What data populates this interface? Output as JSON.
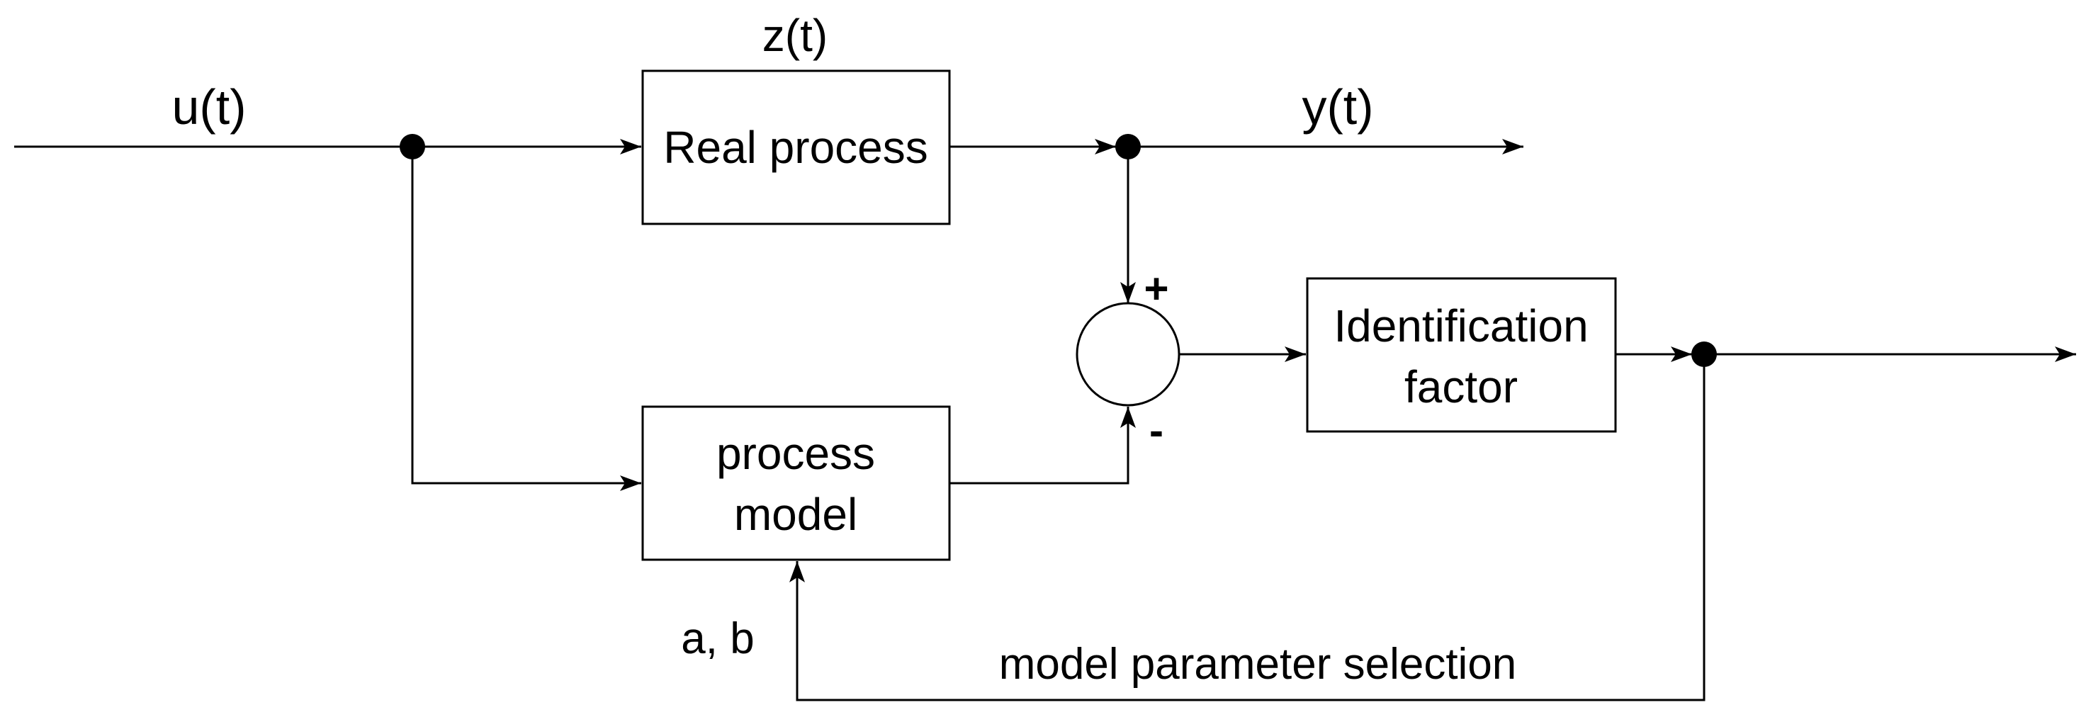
{
  "signals": {
    "input": "u(t)",
    "disturbance": "z(t)",
    "output": "y(t)",
    "parameters": "a, b",
    "feedback": "model parameter selection"
  },
  "blocks": {
    "real_process": "Real process",
    "process_model": [
      "process",
      "model"
    ],
    "identification_factor": [
      "Identification",
      "factor"
    ]
  },
  "summing_junction": {
    "plus": "+",
    "minus": "-"
  }
}
